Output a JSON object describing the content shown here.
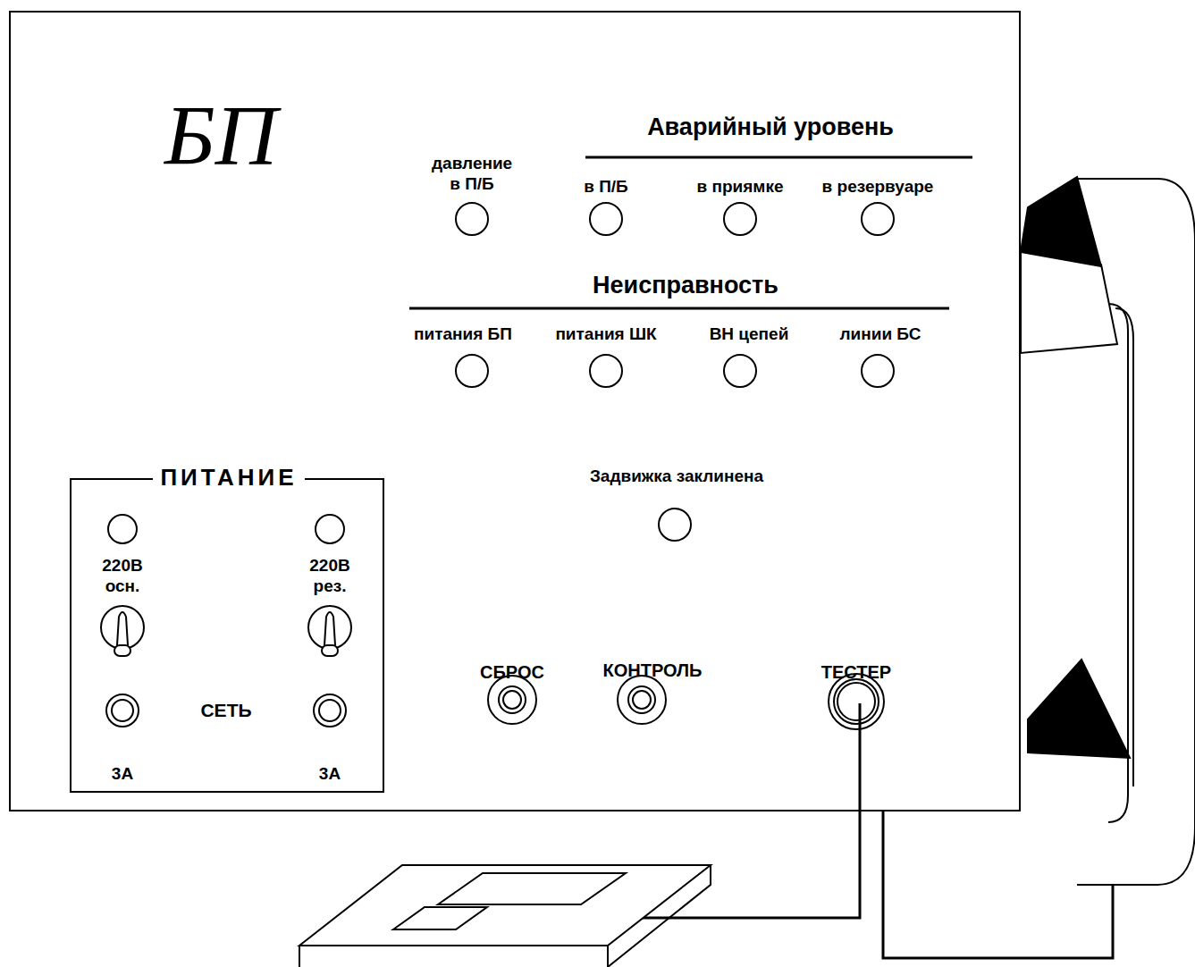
{
  "diagram": {
    "nodes": [
      {
        "text": [
          "БП"
        ]
      },
      {
        "text": [
          "ПИТАНИЕ"
        ],
        "in": 0
      }
    ],
    "labels": [
      "давление в П/Б",
      "Аварийный уровень",
      "в П/Б",
      "в приямке",
      "в резервуаре",
      "Неисправность",
      "питания БП",
      "питания ШК",
      "ВН цепей",
      "линии БС",
      "220В осн.",
      "220В рез.",
      "СЕТЬ",
      "3А",
      "3А",
      "Задвижка заклинена",
      "СБРОС",
      "КОНТРОЛЬ",
      "ТЕСТЕР"
    ]
  }
}
